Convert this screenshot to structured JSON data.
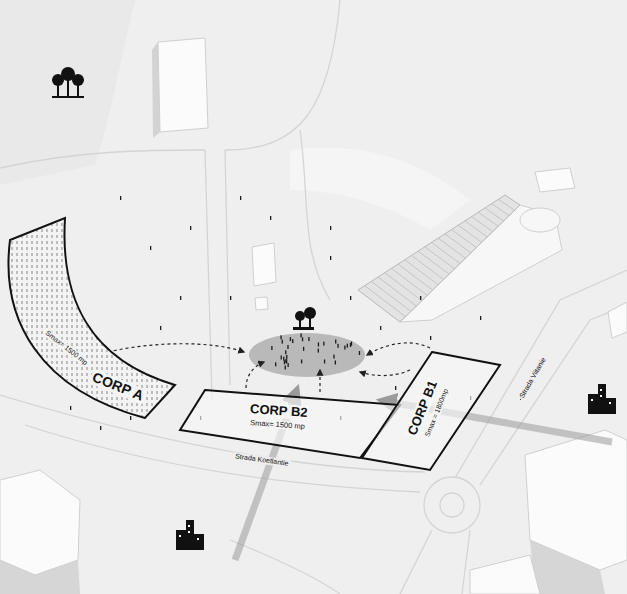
{
  "diagram": {
    "nodes": [
      {
        "text": [
          "CORP A",
          "Smax= 1500 mp"
        ]
      },
      {
        "text": [
          "CORP B2",
          "Smax= 1500 mp"
        ]
      },
      {
        "text": [
          "CORP B1",
          "Smax = 1800mp"
        ]
      }
    ],
    "labels": [
      "Strada Koetlantie",
      "Strada Viitanie"
    ]
  }
}
